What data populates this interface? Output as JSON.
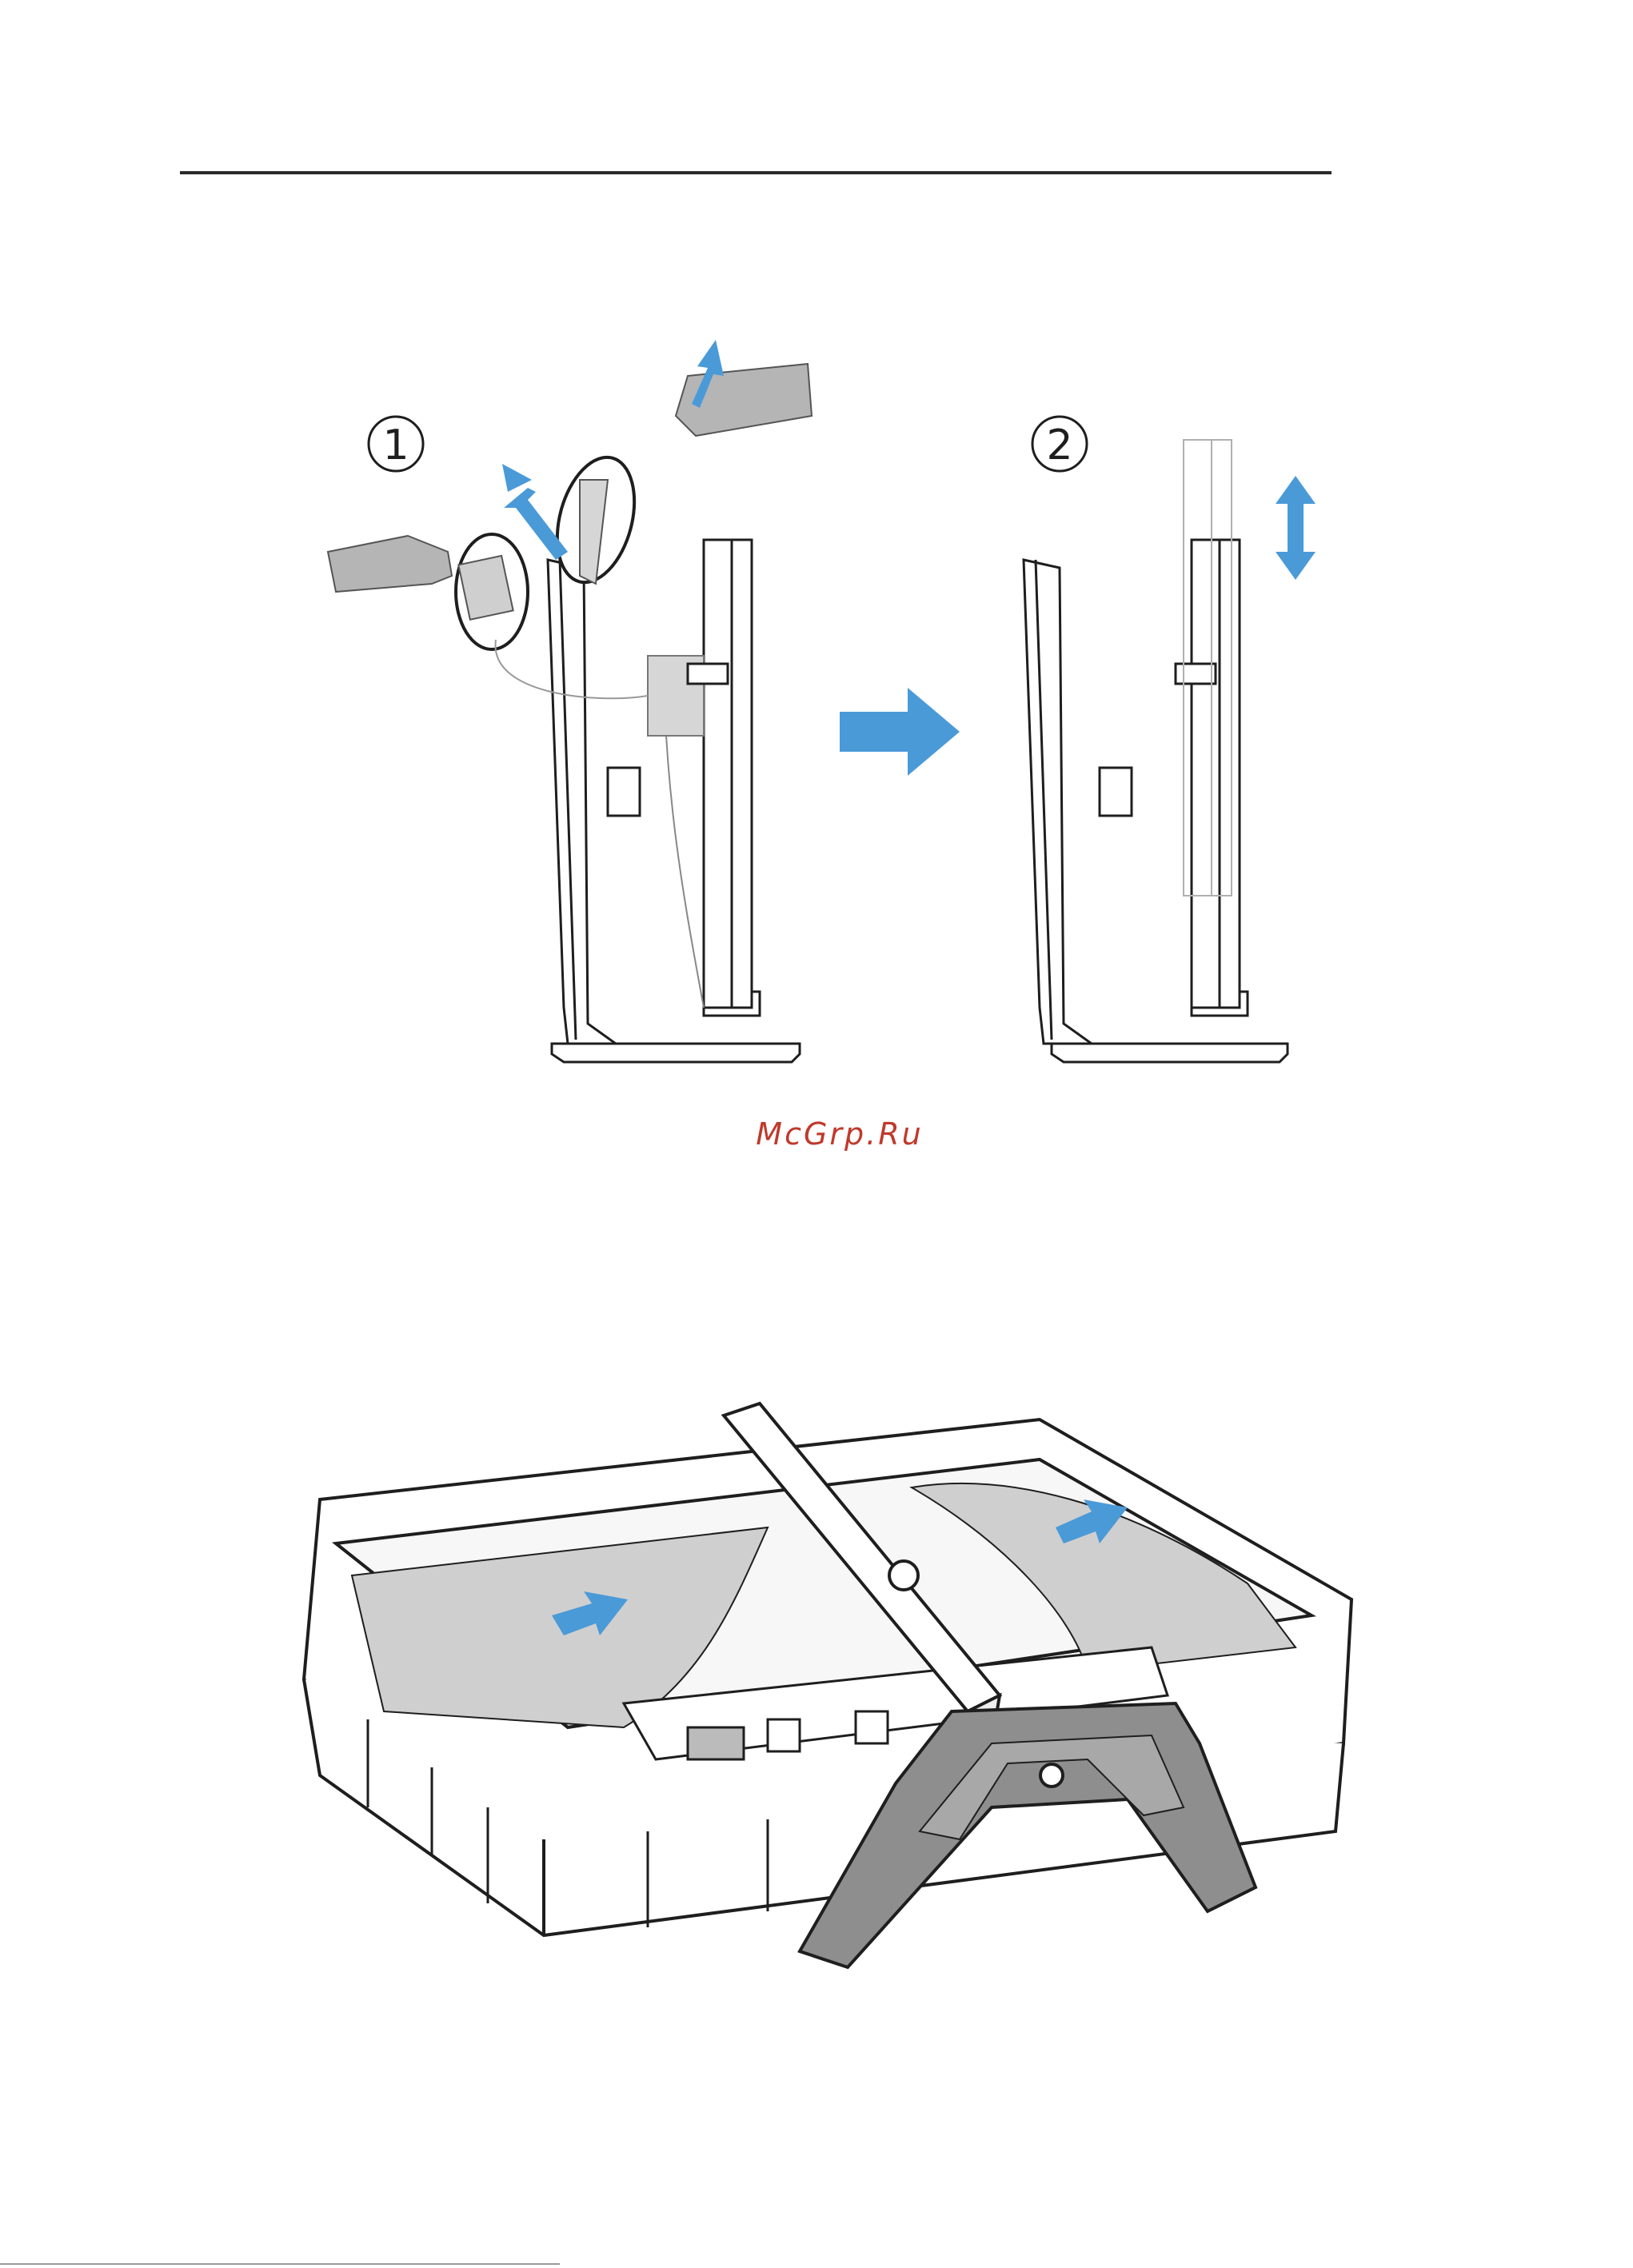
{
  "watermark": {
    "text": "McGrp.Ru",
    "color": "#c0392b"
  },
  "steps": [
    {
      "number": "1"
    },
    {
      "number": "2"
    }
  ],
  "colors": {
    "arrow": "#4a9ad8",
    "line": "#1e1e1e",
    "film": "#d6d6d6"
  },
  "icons": [
    "up-right-arrow-icon",
    "right-arrow-icon",
    "up-down-arrow-icon"
  ]
}
